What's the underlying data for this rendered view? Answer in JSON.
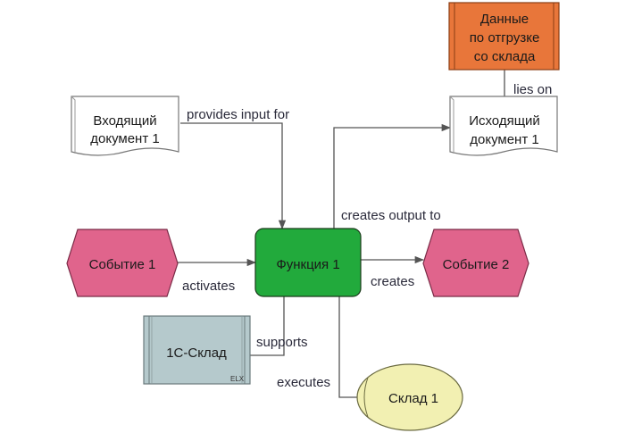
{
  "colors": {
    "event": "#e0648c",
    "function": "#22aa3c",
    "document": "#ffffff",
    "info_carrier": "#e8763a",
    "system": "#b5c9cc",
    "org_unit": "#f2f0b2",
    "edge": "#555555"
  },
  "nodes": {
    "incoming_doc": {
      "line1": "Входящий",
      "line2": "документ 1"
    },
    "outgoing_doc": {
      "line1": "Исходящий",
      "line2": "документ 1"
    },
    "warehouse_data": {
      "line1": "Данные",
      "line2": "по отгрузке",
      "line3": "со склада"
    },
    "event1": {
      "label": "Событие 1"
    },
    "function1": {
      "label": "Функция 1"
    },
    "event2": {
      "label": "Событие 2"
    },
    "system1c": {
      "label": "1С-Склад",
      "badge": "ELX"
    },
    "warehouse1": {
      "label": "Склад 1"
    }
  },
  "edges": {
    "provides_input": "provides input for",
    "lies_on": "lies on",
    "creates_output": "creates output to",
    "activates": "activates",
    "creates": "creates",
    "supports": "supports",
    "executes": "executes"
  }
}
